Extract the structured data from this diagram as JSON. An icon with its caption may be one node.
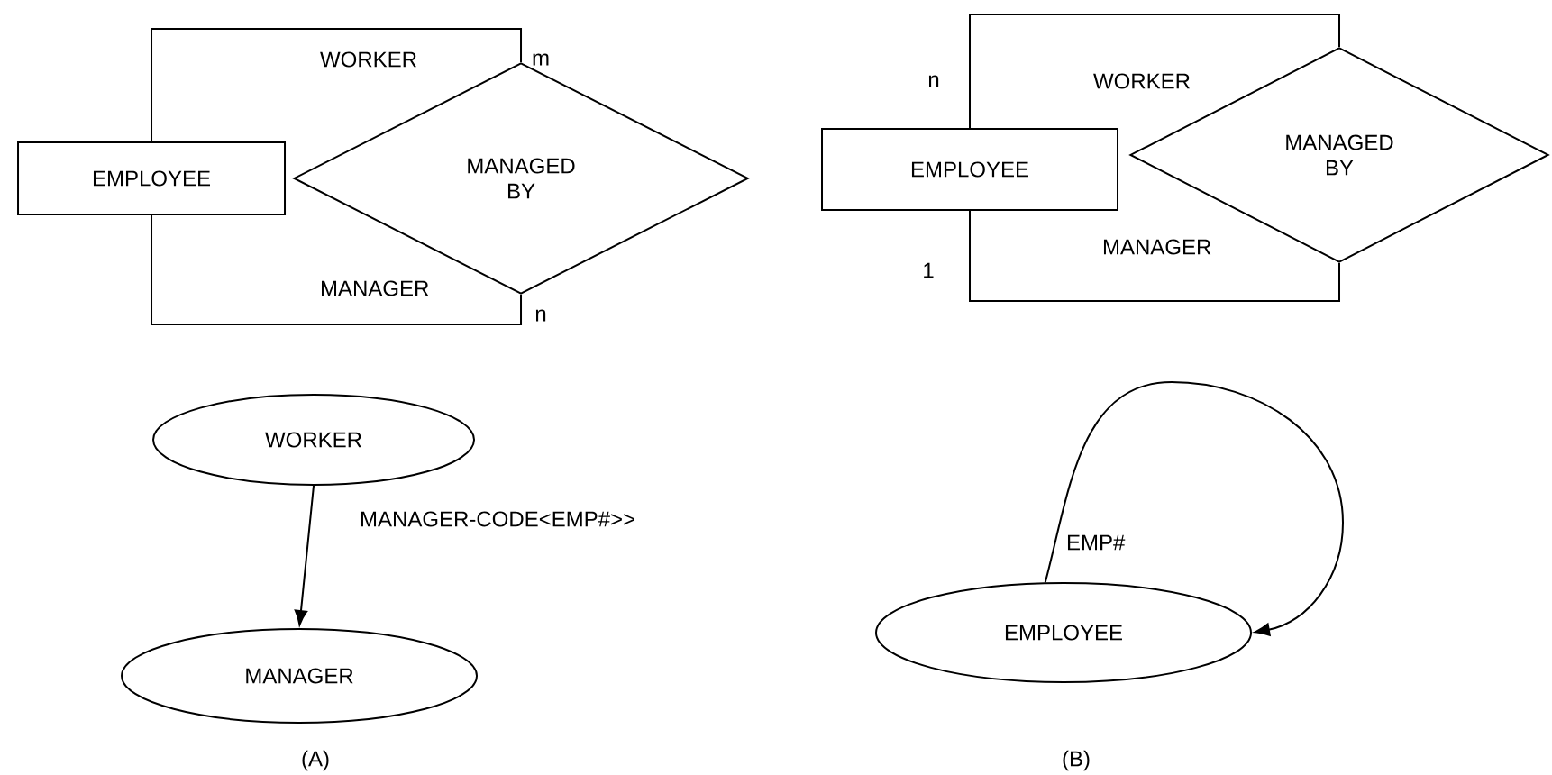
{
  "diagram": {
    "nodes": [
      {
        "text": [
          "EMPLOYEE"
        ]
      },
      {
        "text": [
          "MANAGED BY"
        ]
      },
      {
        "text": [
          "EMPLOYEE"
        ]
      },
      {
        "text": [
          "MANAGED BY"
        ]
      },
      {
        "text": [
          "WORKER"
        ]
      },
      {
        "text": [
          "MANAGER"
        ]
      },
      {
        "text": [
          "EMPLOYEE"
        ]
      }
    ],
    "edges": [
      {
        "from": 0,
        "to": 1,
        "arrow": "none",
        "label": "WORKER"
      },
      {
        "from": 0,
        "to": 1,
        "arrow": "none",
        "label": "MANAGER"
      },
      {
        "from": 2,
        "to": 3,
        "arrow": "none",
        "label": "WORKER"
      },
      {
        "from": 2,
        "to": 3,
        "arrow": "none",
        "label": "MANAGER"
      },
      {
        "from": 4,
        "to": 5,
        "arrow": "to",
        "label": "MANAGER-CODE<EMP#>>"
      },
      {
        "from": 6,
        "to": 6,
        "arrow": "to",
        "label": "EMP#"
      }
    ],
    "labels": [
      "m",
      "n",
      "n",
      "1",
      "(A)",
      "(B)"
    ]
  }
}
